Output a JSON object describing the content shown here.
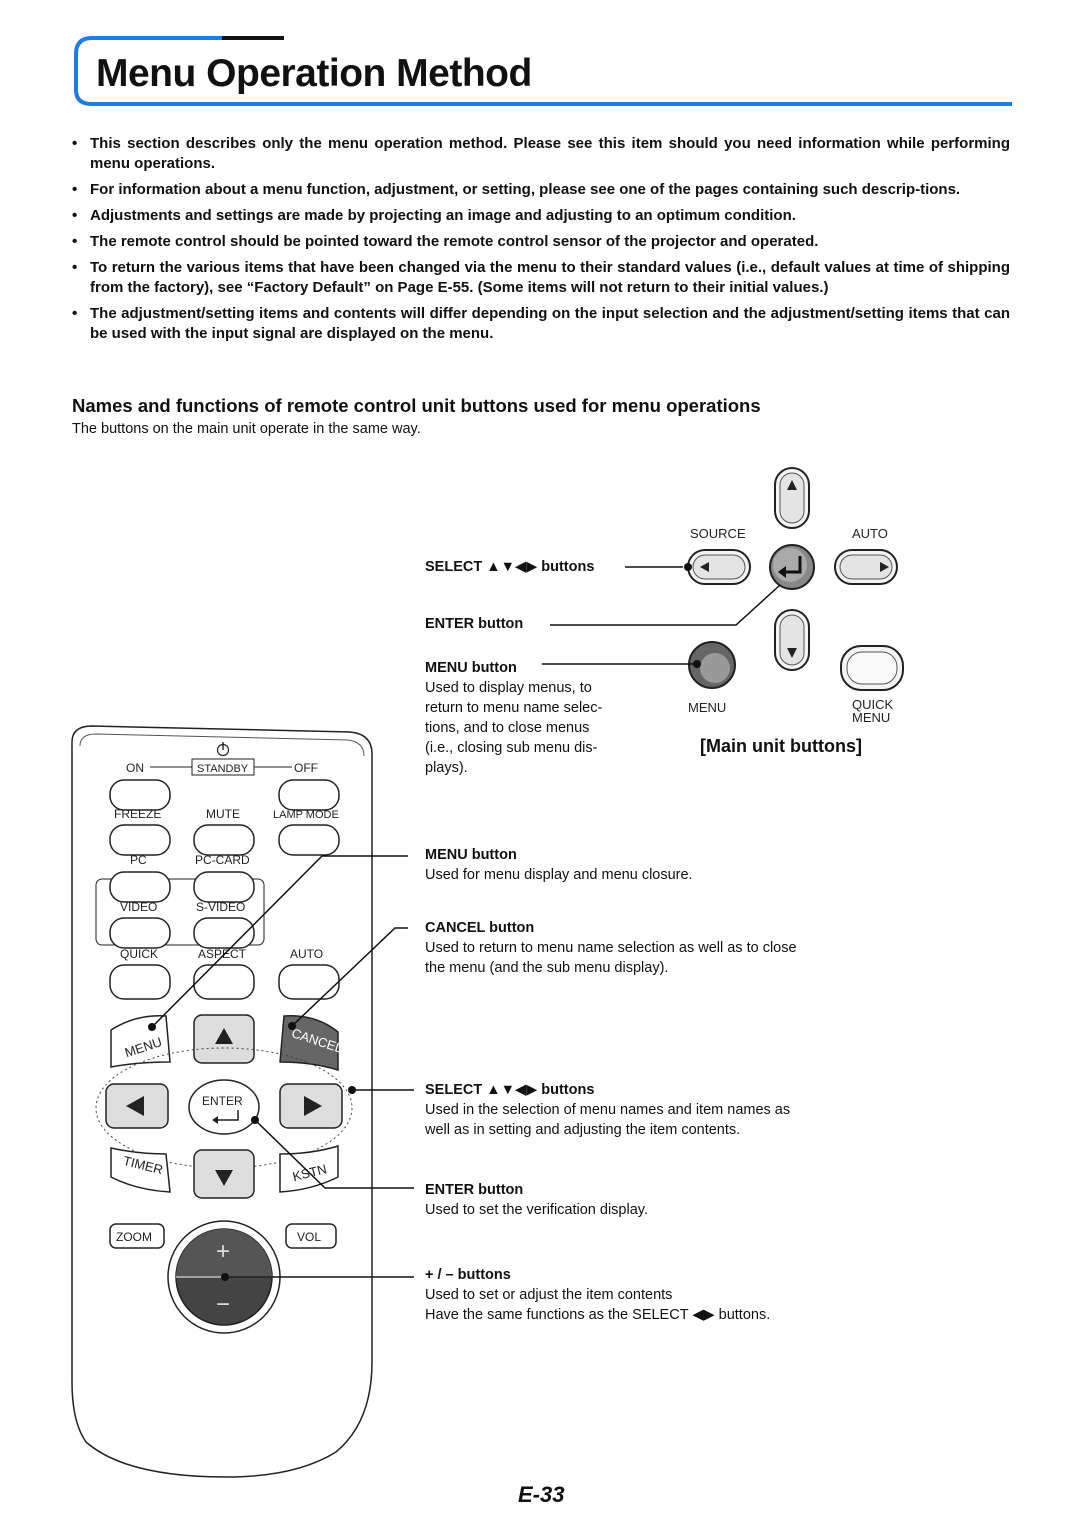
{
  "header": {
    "title": "Menu Operation Method"
  },
  "bullets": [
    "This section describes only the menu operation method. Please see this item should you need information while performing menu operations.",
    "For information about a menu function, adjustment, or setting, please see one of the pages containing such descrip-tions.",
    "Adjustments and settings are made by projecting an image and adjusting to an optimum condition.",
    "The remote control should be pointed toward the remote control sensor of the projector and operated.",
    "To return the various items that have been changed via the menu to their standard values (i.e., default values at time of shipping from the factory), see “Factory Default” on Page E-55. (Some items will not return to their initial values.)",
    "The adjustment/setting items and contents will differ depending on the input selection and the adjustment/setting items that can be used with the input signal are displayed on the menu."
  ],
  "section": {
    "heading": "Names and functions of remote control unit buttons used for menu operations",
    "subtext": "The buttons on the main unit operate in the same way."
  },
  "main_unit": {
    "label": "[Main unit buttons]",
    "source_label": "SOURCE",
    "auto_label": "AUTO",
    "menu_label": "MENU",
    "quick_menu_label_1": "QUICK",
    "quick_menu_label_2": "MENU",
    "callouts": {
      "select": "SELECT ▲▼◀▶ buttons",
      "enter": "ENTER button",
      "menu_title": "MENU button",
      "menu_desc_1": "Used to display menus, to",
      "menu_desc_2": "return to menu name selec-",
      "menu_desc_3": "tions, and to close menus",
      "menu_desc_4": "(i.e., closing sub menu dis-",
      "menu_desc_5": "plays)."
    }
  },
  "remote": {
    "on": "ON",
    "standby": "STANDBY",
    "off": "OFF",
    "freeze": "FREEZE",
    "mute": "MUTE",
    "lamp_mode": "LAMP MODE",
    "pc": "PC",
    "pc_card": "PC-CARD",
    "video": "VIDEO",
    "s_video": "S-VIDEO",
    "quick": "QUICK",
    "aspect": "ASPECT",
    "auto": "AUTO",
    "menu": "MENU",
    "cancel": "CANCEL",
    "enter": "ENTER",
    "timer": "TIMER",
    "kstn": "KSTN",
    "zoom": "ZOOM",
    "vol": "VOL",
    "plus": "+",
    "minus": "−"
  },
  "remote_callouts": {
    "menu_title": "MENU button",
    "menu_desc": "Used for menu display and menu closure.",
    "cancel_title": "CANCEL button",
    "cancel_desc_1": "Used to return to menu name selection as well as to close",
    "cancel_desc_2": "the menu (and the sub menu display).",
    "select_title": "SELECT ▲▼◀▶ buttons",
    "select_desc_1": "Used in the selection of menu names and item names as",
    "select_desc_2": "well as in setting and adjusting the item contents.",
    "enter_title": "ENTER button",
    "enter_desc": "Used to set the verification display.",
    "plusminus_title": "+ / – buttons",
    "plusminus_desc_1": "Used to set or adjust the item contents",
    "plusminus_desc_2": "Have the same functions as the SELECT ◀▶ buttons."
  },
  "footer": {
    "page_number": "E-33"
  }
}
